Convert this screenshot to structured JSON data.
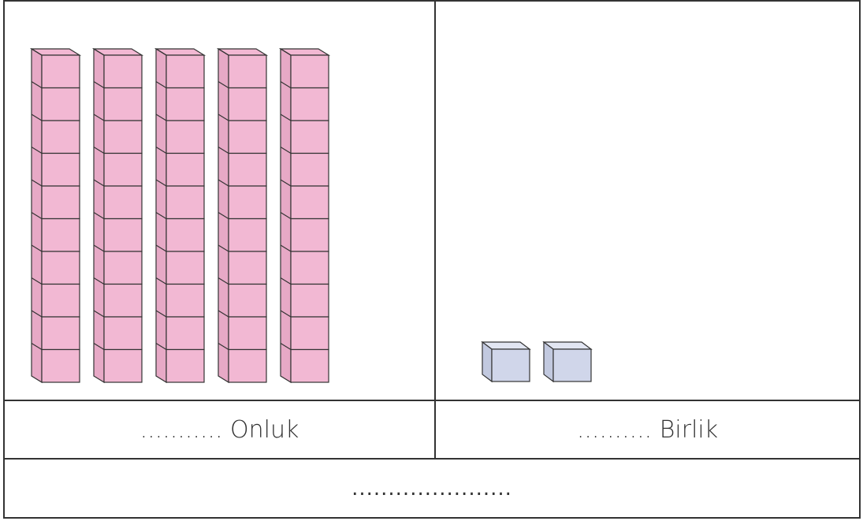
{
  "tens_label": "........... Onluk",
  "ones_label": ".......... Birlik",
  "total_blank": "......................",
  "ten_rods_count": 5,
  "unit_cubes_count": 2,
  "colors": {
    "rod_front": "#f2b8d3",
    "rod_side": "#e7a9c6",
    "cube_front": "#d0d6ea",
    "cube_top": "#e2e6f2",
    "cube_side": "#c2c9df",
    "outline": "#333333"
  }
}
